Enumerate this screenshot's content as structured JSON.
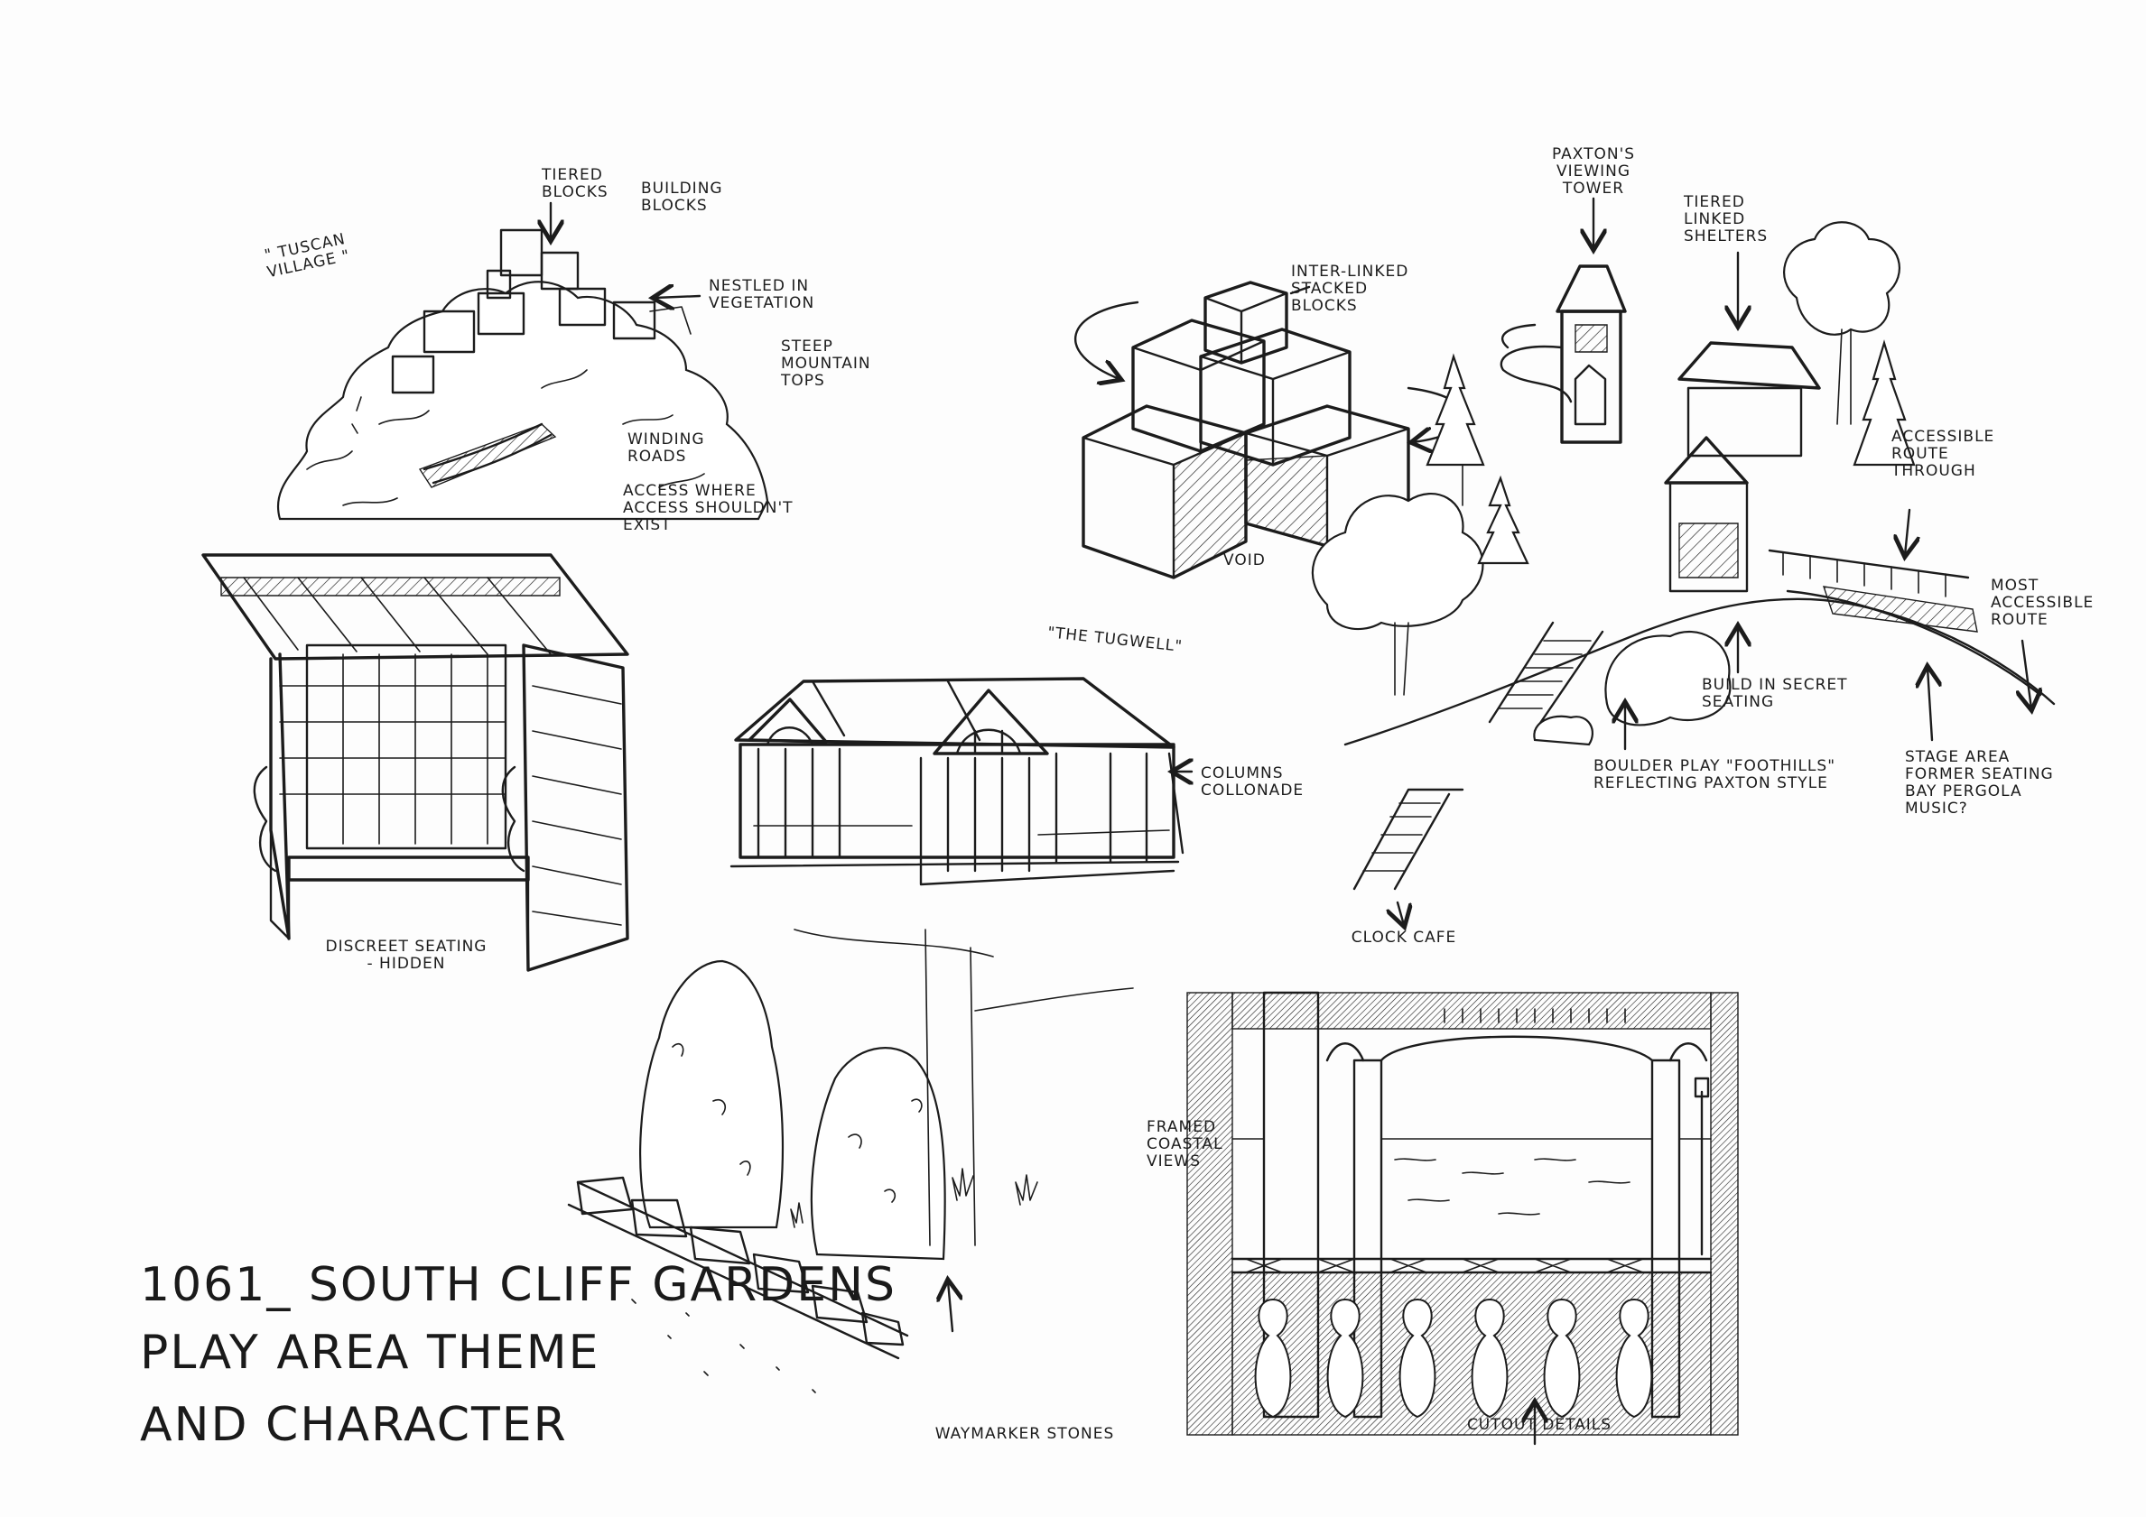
{
  "title": {
    "line1": "1061_ SOUTH CLIFF GARDENS",
    "line2": "PLAY AREA THEME",
    "line3": "AND CHARACTER"
  },
  "tuscan": {
    "label": "\" TUSCAN VILLAGE \"",
    "tiered_blocks": "TIERED BLOCKS",
    "building_blocks": "BUILDING BLOCKS",
    "nestled": "NESTLED IN VEGETATION",
    "steep": "STEEP MOUNTAIN TOPS",
    "winding": "WINDING ROADS",
    "access": "ACCESS WHERE ACCESS SHOULDN'T EXIST"
  },
  "blocks": {
    "inter_linked": "INTER-LINKED STACKED BLOCKS",
    "void": "VOID"
  },
  "overview": {
    "paxton_tower": "PAXTON'S VIEWING TOWER",
    "tiered_shelters": "TIERED LINKED SHELTERS",
    "accessible_route": "ACCESSIBLE ROUTE THROUGH",
    "most_accessible": "MOST ACCESSIBLE ROUTE",
    "secret_seating": "BUILD IN SECRET SEATING",
    "boulder_play": "BOULDER PLAY \"FOOTHILLS\" REFLECTING PAXTON STYLE",
    "stage_area": "STAGE AREA FORMER SEATING BAY PERGOLA MUSIC?",
    "clock_cafe": "CLOCK CAFE"
  },
  "shelter": {
    "discreet": "DISCREET SEATING - HIDDEN"
  },
  "tugwell": {
    "name": "\"THE TUGWELL\"",
    "columns": "COLUMNS COLLONADE"
  },
  "waymarker": {
    "label": "WAYMARKER STONES"
  },
  "frame": {
    "views": "FRAMED COASTAL VIEWS",
    "cutout": "CUTOUT DETAILS"
  }
}
